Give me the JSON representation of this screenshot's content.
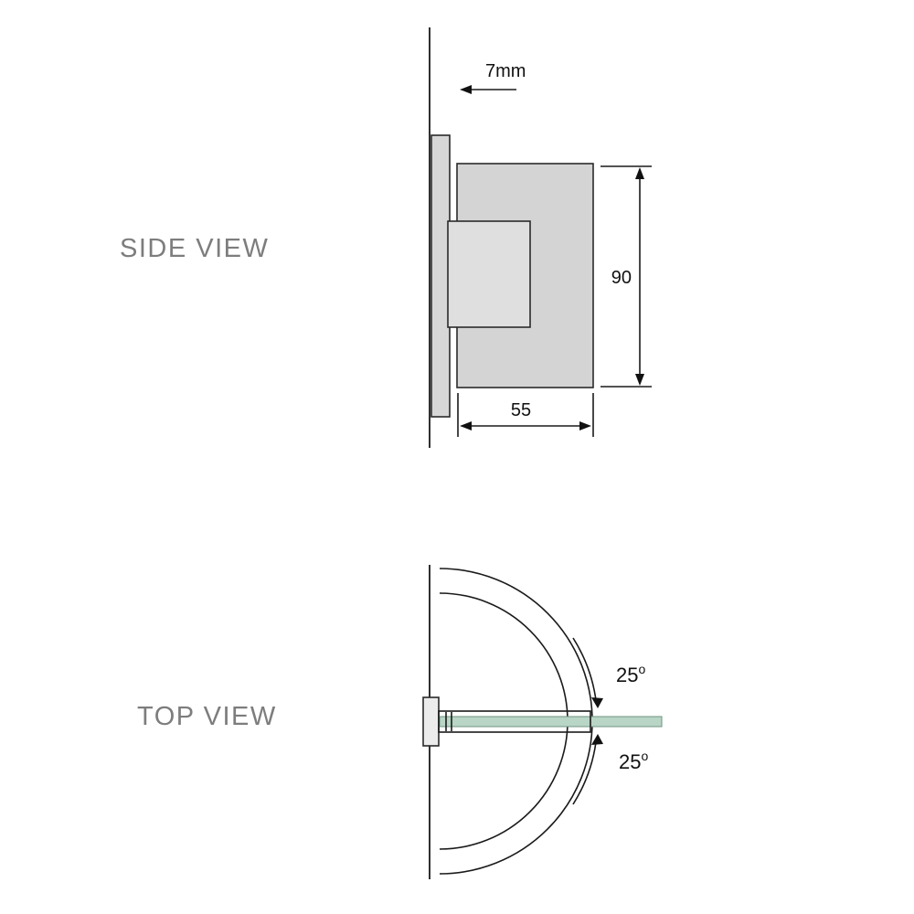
{
  "page": {
    "background": "#ffffff"
  },
  "side_view": {
    "title": "SIDE VIEW",
    "dim_offset_label": "7mm",
    "dim_height_label": "90",
    "dim_width_label": "55"
  },
  "top_view": {
    "title": "TOP VIEW",
    "angles": [
      {
        "value": "25",
        "unit": "o"
      },
      {
        "value": "25",
        "unit": "o"
      }
    ]
  },
  "colors": {
    "outline": "#1a1a1a",
    "dimension_text": "#111111",
    "label_gray": "#7d7d7d",
    "body_fill": "#d4d4d4",
    "plate_fill": "#d7d7d7",
    "inner_block_fill": "#dfdfdf",
    "bracket_fill": "#ececec",
    "glass_fill": "#b9d5c5",
    "glass_edge": "#6f9483"
  }
}
